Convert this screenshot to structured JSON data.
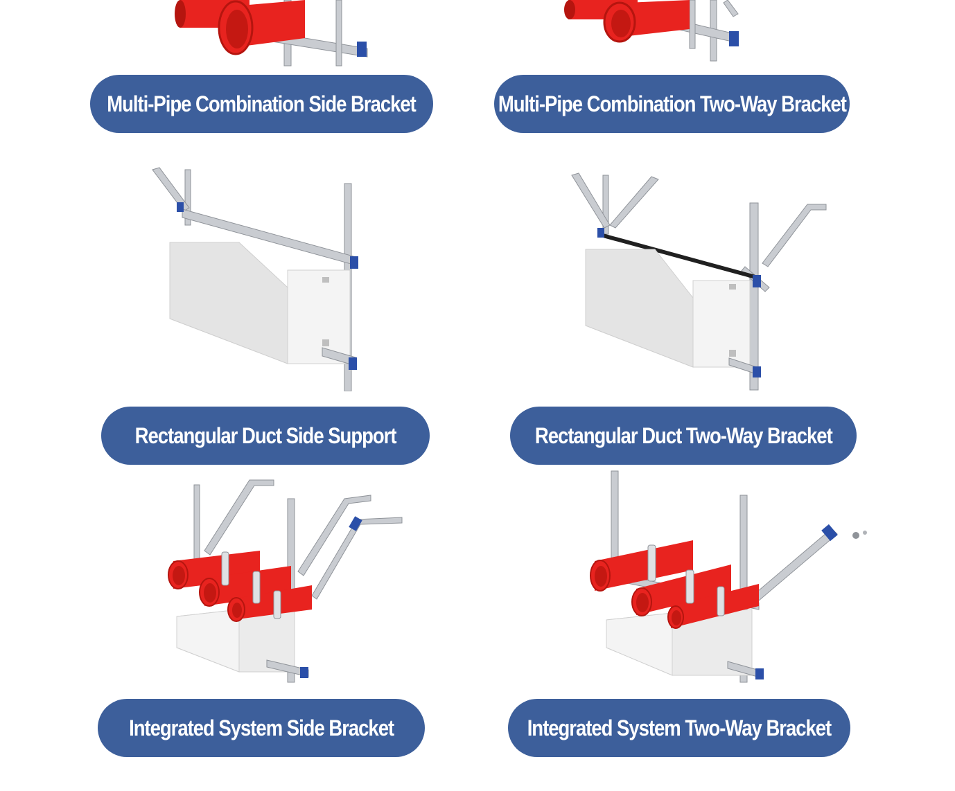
{
  "products": [
    {
      "id": "multi-pipe-side",
      "label": "Multi-Pipe Combination Side Bracket"
    },
    {
      "id": "multi-pipe-two-way",
      "label": "Multi-Pipe Combination Two-Way Bracket"
    },
    {
      "id": "duct-side",
      "label": "Rectangular Duct Side Support"
    },
    {
      "id": "duct-two-way",
      "label": "Rectangular Duct Two-Way Bracket"
    },
    {
      "id": "integrated-side",
      "label": "Integrated System Side Bracket"
    },
    {
      "id": "integrated-two-way",
      "label": "Integrated System Two-Way Bracket"
    }
  ],
  "colors": {
    "label_bg": "#3d5f9b",
    "label_text": "#ffffff",
    "pipe_red": "#e8231f",
    "steel": "#c9ccd1",
    "duct_white": "#eeeeee",
    "fitting_blue": "#2b4fa8"
  }
}
